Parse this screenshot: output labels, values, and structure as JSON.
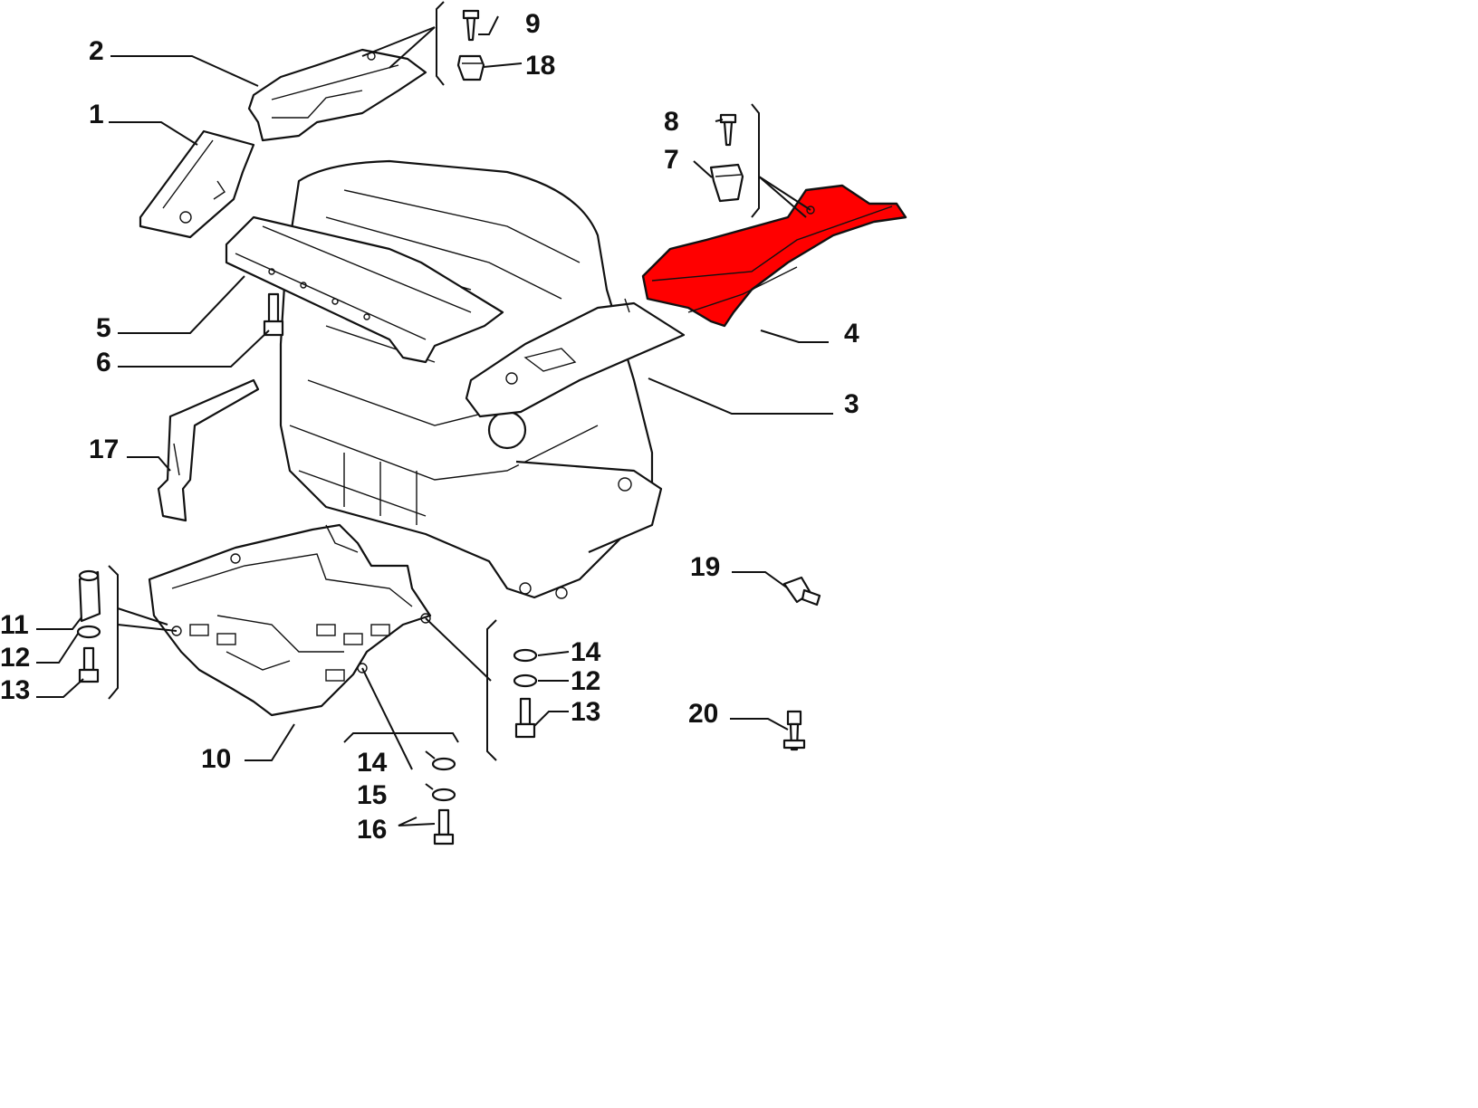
{
  "highlight_color": "#ff0000",
  "callouts": {
    "c1": "1",
    "c2": "2",
    "c3": "3",
    "c4": "4",
    "c5": "5",
    "c6": "6",
    "c7": "7",
    "c8": "8",
    "c9": "9",
    "c10": "10",
    "c11": "11",
    "c12a": "12",
    "c13a": "13",
    "c14a": "14",
    "c12b": "12",
    "c13b": "13",
    "c14b": "14",
    "c15": "15",
    "c16": "16",
    "c17": "17",
    "c18": "18",
    "c19": "19",
    "c20": "20"
  }
}
